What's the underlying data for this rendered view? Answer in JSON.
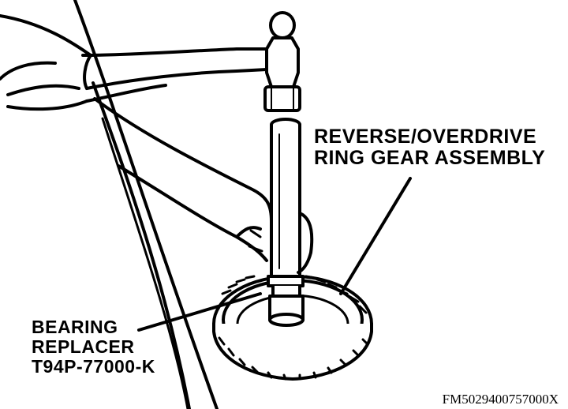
{
  "callouts": {
    "ring_gear": {
      "line1": "REVERSE/OVERDRIVE",
      "line2": "RING GEAR ASSEMBLY"
    },
    "bearing_replacer": {
      "line1": "BEARING",
      "line2": "REPLACER",
      "line3": "T94P-77000-K"
    }
  },
  "figure_id": "FM5029400757000X",
  "colors": {
    "ink": "#000000",
    "paper": "#ffffff"
  }
}
